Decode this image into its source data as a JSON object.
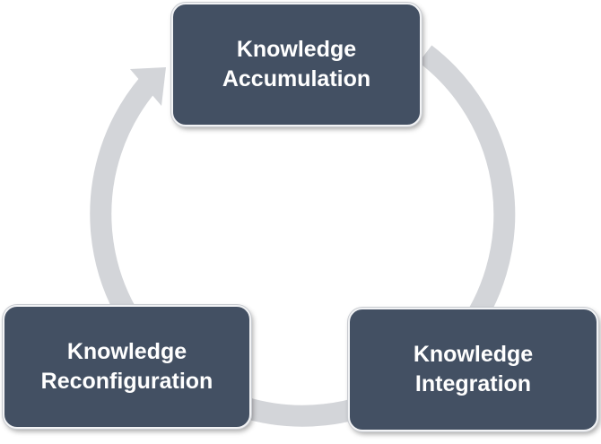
{
  "diagram": {
    "type": "cycle",
    "colors": {
      "node_fill": "#435063",
      "node_text": "#ffffff",
      "arrow": "#d3d5d9"
    },
    "nodes": [
      {
        "id": "accumulation",
        "label": "Knowledge\nAccumulation"
      },
      {
        "id": "integration",
        "label": "Knowledge\nIntegration"
      },
      {
        "id": "reconfiguration",
        "label": "Knowledge\nReconfiguration"
      }
    ],
    "flow": [
      "accumulation",
      "integration",
      "reconfiguration",
      "accumulation"
    ]
  }
}
